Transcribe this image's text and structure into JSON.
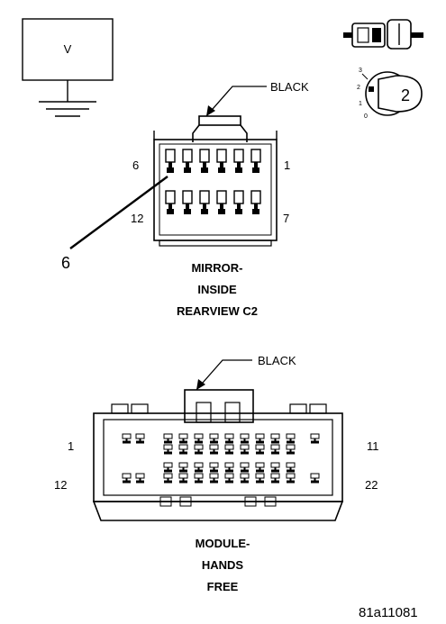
{
  "legend": {
    "meter_label": "V",
    "key_position_number": "2",
    "key_positions": [
      "3",
      "2",
      "1",
      "0"
    ]
  },
  "mirror_connector": {
    "color_label": "BLACK",
    "pin_top_left": "6",
    "pin_top_right": "1",
    "pin_bottom_left": "12",
    "pin_bottom_right": "7",
    "probe_pin": "6",
    "title_lines": [
      "MIRROR-",
      "INSIDE",
      "REARVIEW C2"
    ]
  },
  "module_connector": {
    "color_label": "BLACK",
    "pin_top_left": "1",
    "pin_top_right": "11",
    "pin_bottom_left": "12",
    "pin_bottom_right": "22",
    "title_lines": [
      "MODULE-",
      "HANDS",
      "FREE"
    ]
  },
  "figure_id": "81a11081"
}
